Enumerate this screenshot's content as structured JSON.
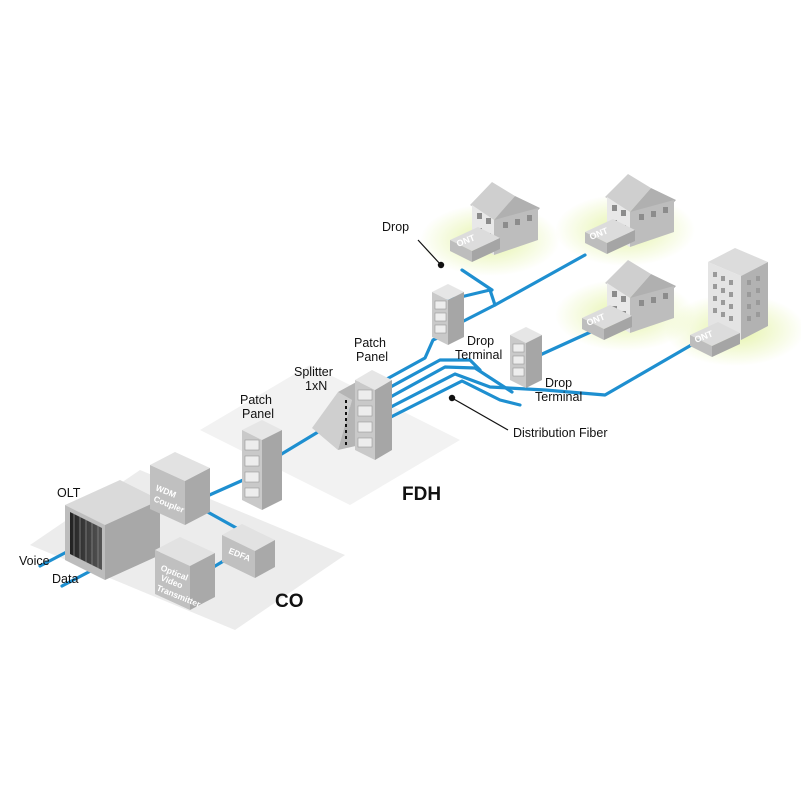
{
  "colors": {
    "fiber": "#1e8fd0",
    "zone": "#ececec",
    "device_light": "#e6e6e6",
    "device_mid": "#c4c4c4",
    "device_dark": "#9a9a9a",
    "glow": "#e4f3a6"
  },
  "zones": {
    "co": "CO",
    "fdh": "FDH"
  },
  "devices": {
    "olt": "OLT",
    "wdm_coupler": [
      "WDM",
      "Coupler"
    ],
    "edfa": "EDFA",
    "optical_video_transmitter": [
      "Optical",
      "Video",
      "Transmitter"
    ],
    "patch_panel_co": [
      "Patch",
      "Panel"
    ],
    "splitter": [
      "Splitter",
      "1xN"
    ],
    "patch_panel_fdh": [
      "Patch",
      "Panel"
    ],
    "drop_terminal_1": [
      "Drop",
      "Terminal"
    ],
    "drop_terminal_2": [
      "Drop",
      "Terminal"
    ],
    "ont_label": "ONT"
  },
  "labels": {
    "voice": "Voice",
    "data": "Data",
    "drop": "Drop",
    "distribution_fiber": "Distribution Fiber"
  }
}
